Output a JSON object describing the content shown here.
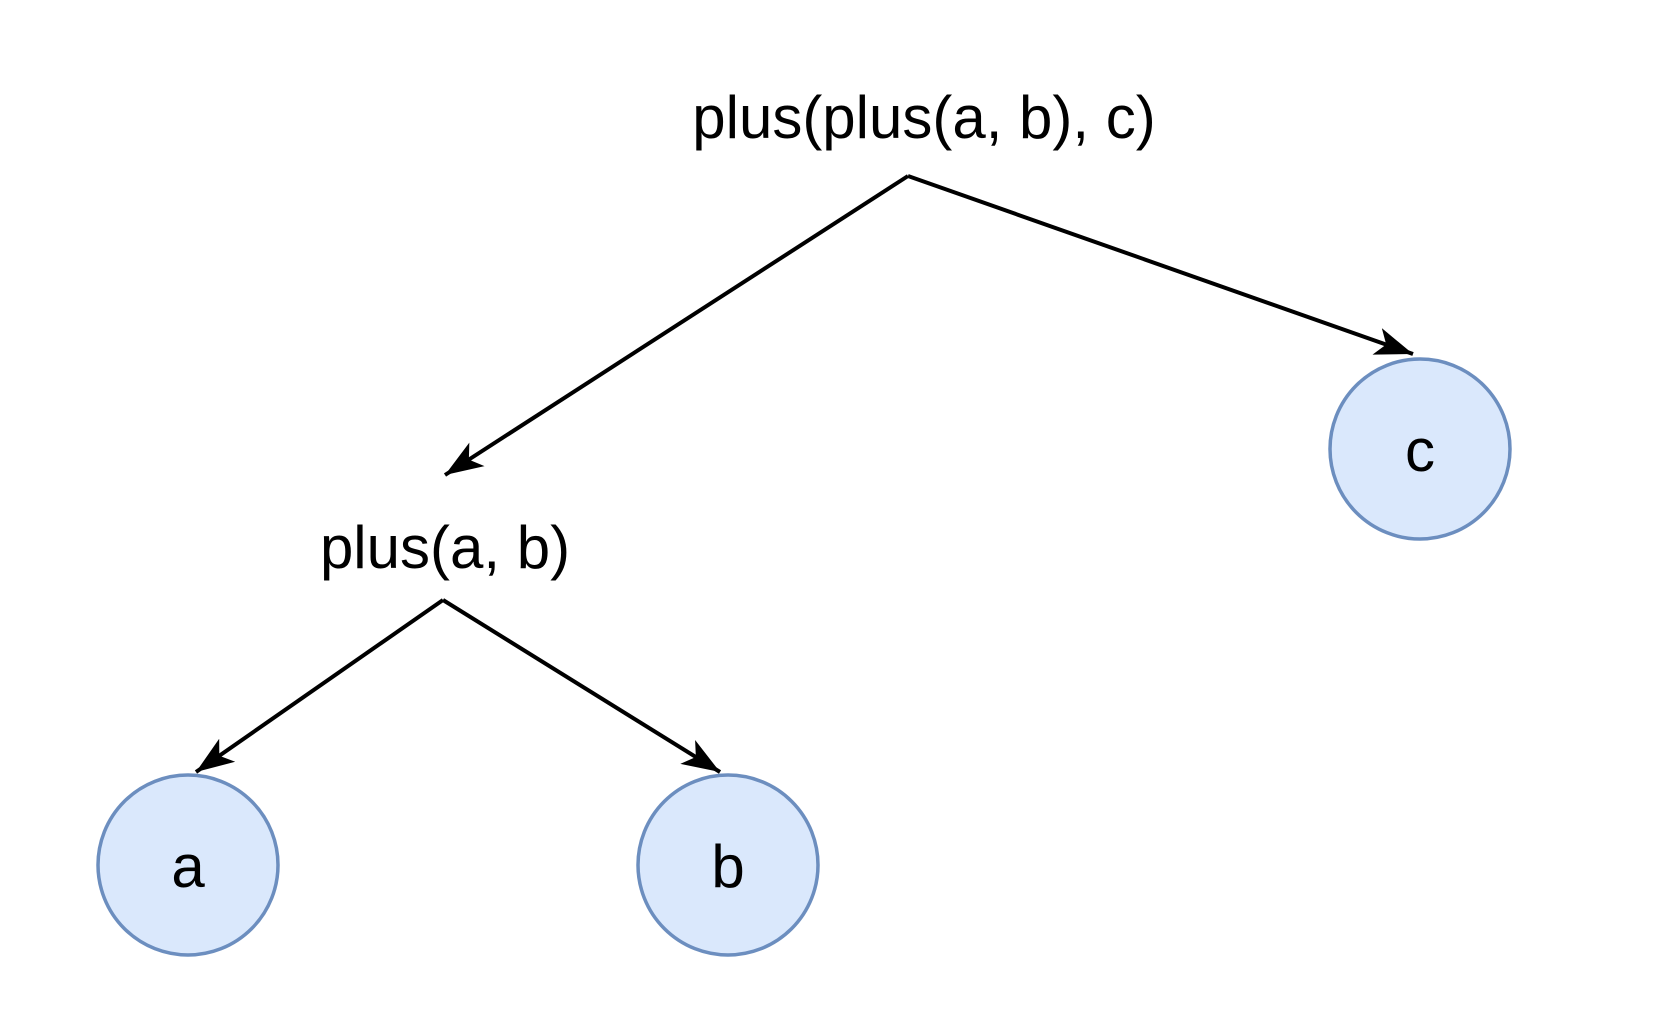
{
  "diagram": {
    "type": "expression-tree",
    "root_label": "plus(plus(a, b), c)",
    "subtree_label": "plus(a, b)",
    "nodes": [
      {
        "id": "a",
        "label": "a",
        "shape": "circle"
      },
      {
        "id": "b",
        "label": "b",
        "shape": "circle"
      },
      {
        "id": "c",
        "label": "c",
        "shape": "circle"
      }
    ],
    "edges": [
      {
        "from": "plus(plus(a, b), c)",
        "to": "plus(a, b)"
      },
      {
        "from": "plus(plus(a, b), c)",
        "to": "c"
      },
      {
        "from": "plus(a, b)",
        "to": "a"
      },
      {
        "from": "plus(a, b)",
        "to": "b"
      }
    ],
    "colors": {
      "node_fill": "#dae8fc",
      "node_stroke": "#6c8ebf",
      "edge_stroke": "#000000",
      "text": "#000000",
      "background": "#ffffff"
    }
  }
}
